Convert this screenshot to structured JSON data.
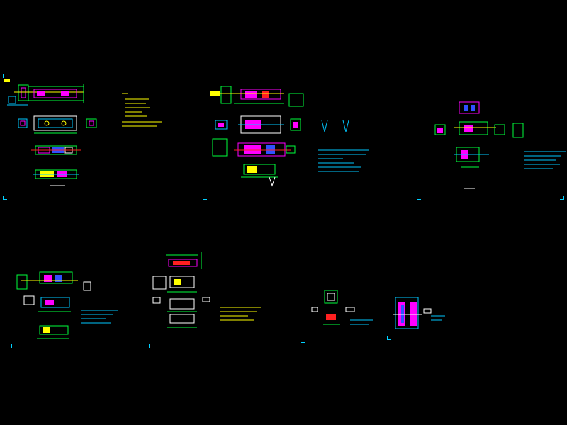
{
  "viewer": {
    "background": "#000000"
  },
  "palette": {
    "green": "#00ff3c",
    "magenta": "#ff00ff",
    "cyan": "#00c8ff",
    "yellow": "#ffff00",
    "white": "#ffffff",
    "red": "#ff2020",
    "blue": "#3050ff"
  },
  "sheets": [
    {
      "id": "sheet-1"
    },
    {
      "id": "sheet-2"
    },
    {
      "id": "sheet-3"
    },
    {
      "id": "sheet-4"
    },
    {
      "id": "sheet-5"
    },
    {
      "id": "sheet-6"
    }
  ]
}
